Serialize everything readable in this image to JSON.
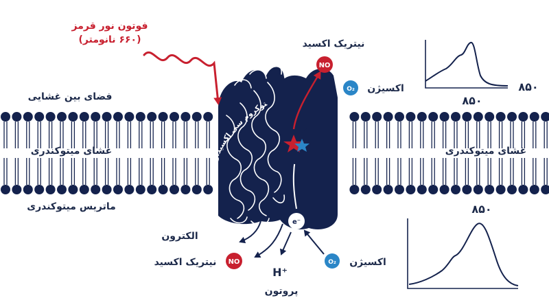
{
  "photon": {
    "line1": "فوتون نور قرمز",
    "line2": "(۶۶۰ نانومتر)"
  },
  "labels": {
    "intermembrane_space": "فضای بین غشایی",
    "membrane_left": "غشای میتوکندری",
    "membrane_right": "غشای میتوکندری",
    "matrix": "ماتریس میتوکندری",
    "enzyme": "سیتوکروم سی اکسیداز",
    "nitric_oxide_top": "نیتریک اکسید",
    "oxygen_top": "اکسیژن",
    "electron": "الکترون",
    "nitric_oxide_bottom": "نیتریک اکسید",
    "proton": "پروتون",
    "oxygen_bottom": "اکسیژن"
  },
  "badges": {
    "no_top": "NO",
    "o2_top": "O₂",
    "electron": "e⁻",
    "no_bottom": "NO",
    "o2_bottom": "O₂",
    "proton": "H⁺"
  },
  "spectrum_top": {
    "label_right": "۸۵۰",
    "label_below": "۸۵۰"
  },
  "spectrum_bottom": {
    "label_top": "۸۵۰"
  },
  "colors": {
    "navy": "#14224d",
    "red": "#c8202f",
    "blue": "#2b86c7",
    "white": "#ffffff"
  }
}
